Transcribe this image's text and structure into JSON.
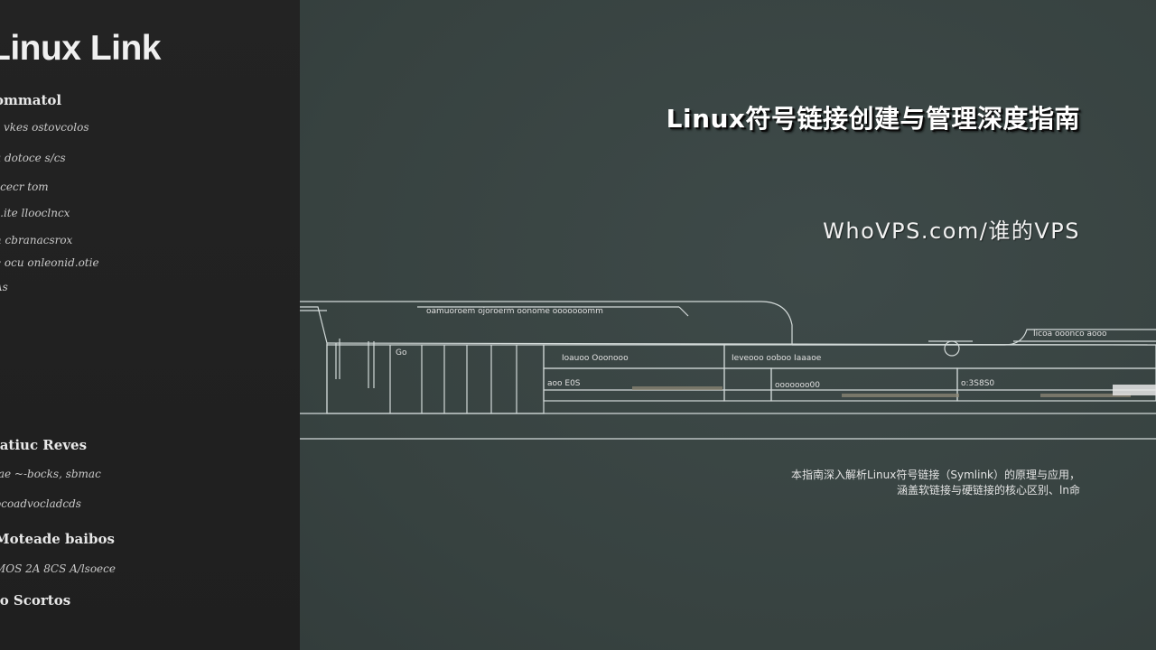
{
  "sidebar": {
    "title": "Linux Link",
    "lines": [
      {
        "text": "ommatol",
        "kind": "head"
      },
      {
        "text": "s vkes ostovcolos",
        "kind": "item"
      },
      {
        "text": "a dotoce s/cs",
        "kind": "item"
      },
      {
        "text": "scecr tom",
        "kind": "item"
      },
      {
        "text": "s.ite llooclncx",
        "kind": "item"
      },
      {
        "text": "h cbranacsrox",
        "kind": "item"
      },
      {
        "text": "e ocu onleonid.otie",
        "kind": "item"
      },
      {
        "text": "As",
        "kind": "item"
      },
      {
        "text": "latiuc Reves",
        "kind": "head"
      },
      {
        "text": "lae ~-bocks, sbmac",
        "kind": "item"
      },
      {
        "text": "ocoadvocladcds",
        "kind": "item"
      },
      {
        "text": "Moteade baibos",
        "kind": "head"
      },
      {
        "text": "MOS 2A 8CS A/lsoece",
        "kind": "item"
      },
      {
        "text": "lo Scortos",
        "kind": "head"
      }
    ]
  },
  "hero": {
    "title": "Linux符号链接创建与管理深度指南",
    "site": "WhoVPS.com/谁的VPS",
    "description_line1": "本指南深入解析Linux符号链接（Symlink）的原理与应用，",
    "description_line2": "涵盖软链接与硬链接的核心区别、ln命"
  },
  "blueprint": {
    "labels": {
      "top": "oamuoroem ojoroerm oonome ooooooomm",
      "right_top": "Iicoa ooonco aooo",
      "box1_title": "Ioauoo Ooonooo",
      "box2_title": "Ieveooo ooboo Iaaaoe",
      "box1_val": "aoo E0S",
      "box2_val": "ooooooo00",
      "box3_val": "o:3S8S0",
      "small": "Go"
    }
  },
  "colors": {
    "sidebar_bg": "#222222",
    "main_bg": "#3a4544",
    "line": "#d8dedd"
  }
}
